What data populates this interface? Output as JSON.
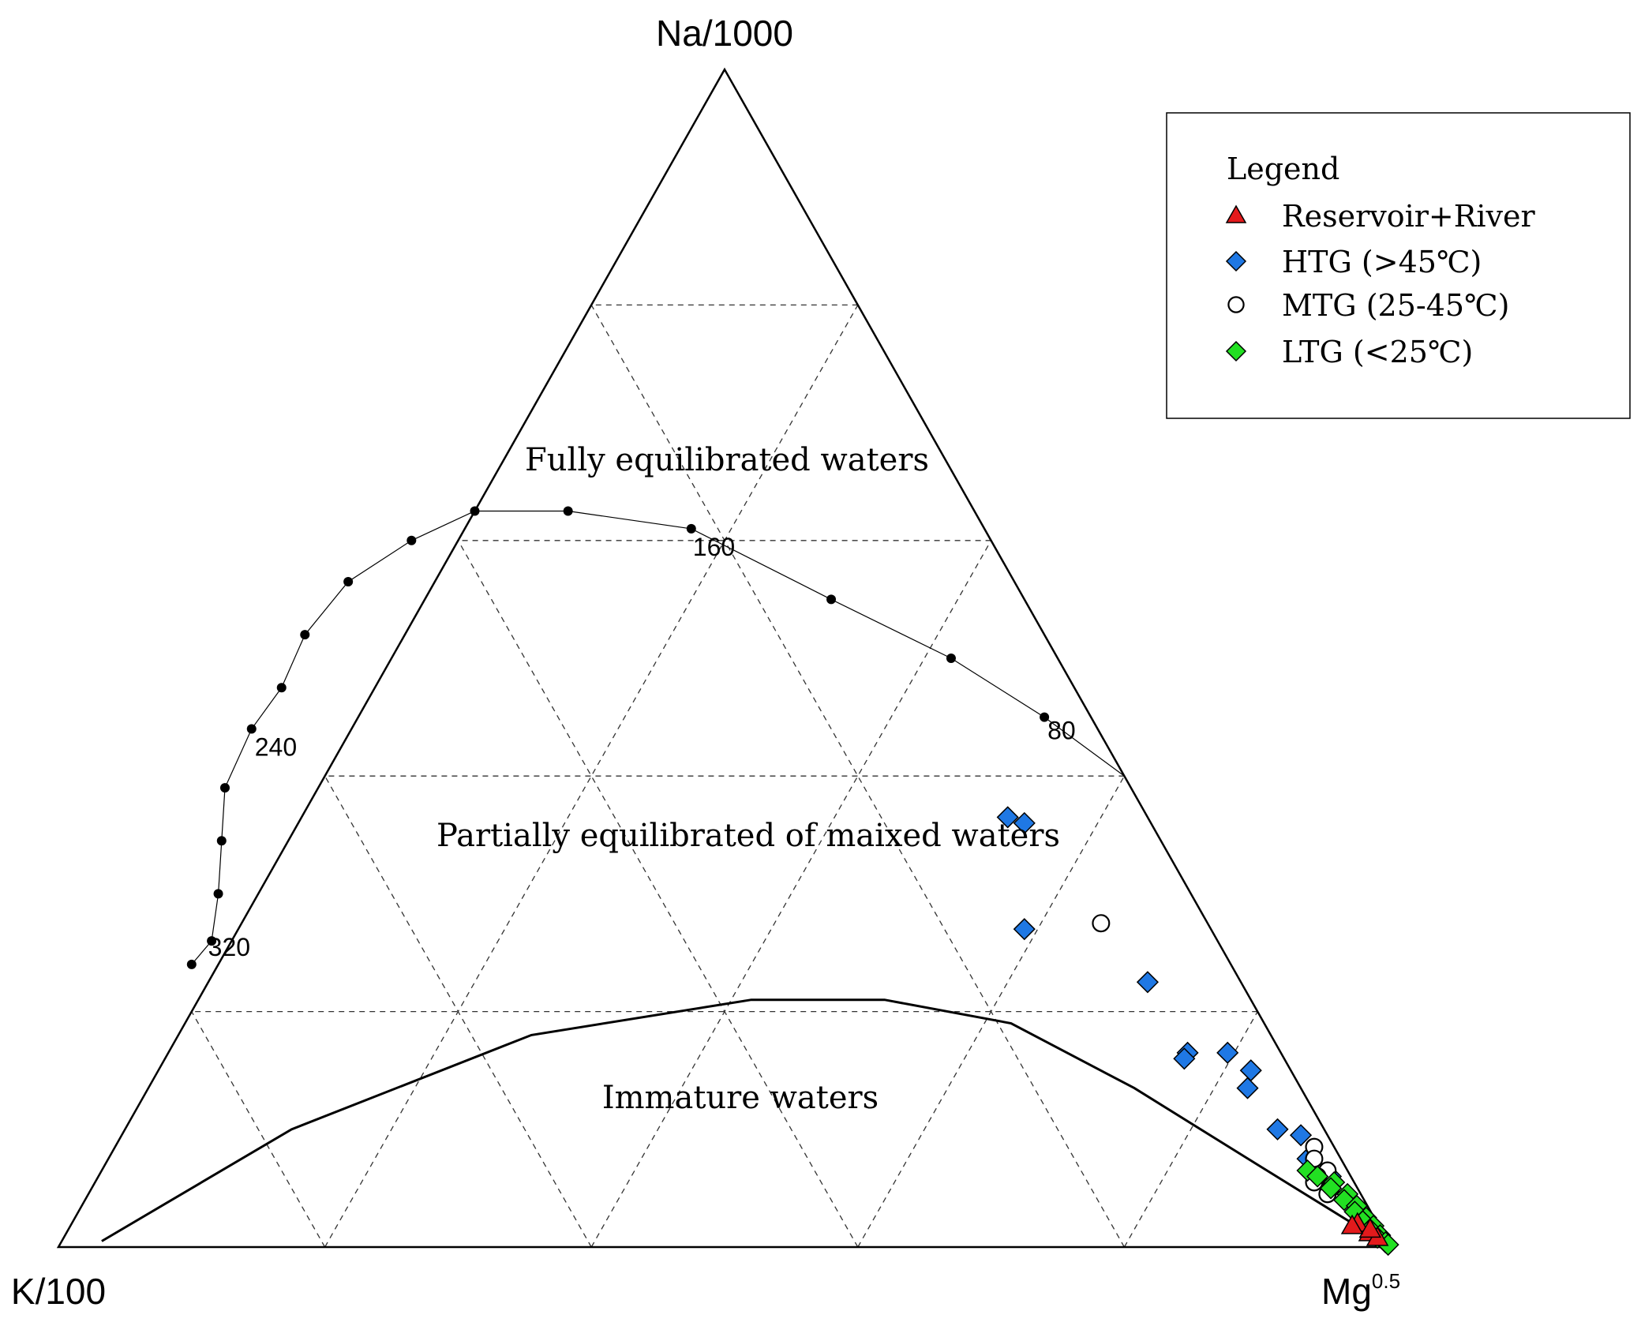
{
  "chart_data": {
    "type": "scatter",
    "subtype": "ternary (Giggenbach Na-K-Mg)",
    "vertex_labels": {
      "top": "Na/1000",
      "left": "K/100",
      "right": "Mg",
      "right_sup": "0.5"
    },
    "zones": [
      {
        "label": "Fully equilibrated waters"
      },
      {
        "label": "Partially equilibrated of maixed waters"
      },
      {
        "label": "Immature waters"
      }
    ],
    "grid": true,
    "grid_fractions": [
      0.2,
      0.4,
      0.6,
      0.8
    ],
    "full_equilibrium_line": {
      "tick_labels": [
        "80",
        "160",
        "240",
        "320"
      ],
      "points": [
        {
          "na": 0.0,
          "k": 0.0
        },
        {
          "na": 0.4,
          "k": 0.0
        },
        {
          "na": 0.45,
          "k": 0.035
        },
        {
          "na": 0.5,
          "k": 0.08
        },
        {
          "na": 0.55,
          "k": 0.145
        },
        {
          "na": 0.61,
          "k": 0.22
        },
        {
          "na": 0.625,
          "k": 0.305
        },
        {
          "na": 0.625,
          "k": 0.375
        },
        {
          "na": 0.6,
          "k": 0.435
        },
        {
          "na": 0.565,
          "k": 0.5
        },
        {
          "na": 0.52,
          "k": 0.555
        },
        {
          "na": 0.475,
          "k": 0.595
        },
        {
          "na": 0.44,
          "k": 0.635
        },
        {
          "na": 0.39,
          "k": 0.68
        },
        {
          "na": 0.345,
          "k": 0.705
        },
        {
          "na": 0.3,
          "k": 0.73
        },
        {
          "na": 0.26,
          "k": 0.755
        },
        {
          "na": 0.24,
          "k": 0.78
        }
      ],
      "labeled_points": [
        {
          "label": "80",
          "na": 0.45,
          "k": 0.035
        },
        {
          "label": "160",
          "na": 0.61,
          "k": 0.22
        },
        {
          "label": "240",
          "na": 0.44,
          "k": 0.635
        },
        {
          "label": "320",
          "na": 0.27,
          "k": 0.755
        }
      ]
    },
    "partial_equilibrium_line": [
      {
        "na": 0.005,
        "k": 0.965
      },
      {
        "na": 0.1,
        "k": 0.775
      },
      {
        "na": 0.18,
        "k": 0.555
      },
      {
        "na": 0.21,
        "k": 0.375
      },
      {
        "na": 0.21,
        "k": 0.275
      },
      {
        "na": 0.19,
        "k": 0.19
      },
      {
        "na": 0.135,
        "k": 0.125
      },
      {
        "na": 0.07,
        "k": 0.065
      },
      {
        "na": 0.0,
        "k": 0.0
      }
    ],
    "legend": {
      "title": "Legend",
      "position": "top-right",
      "items": [
        {
          "label": "Reservoir+River",
          "marker": "triangle",
          "color": "#e31a1c"
        },
        {
          "label": "HTG (>45℃)",
          "marker": "diamond",
          "color": "#1f78e4"
        },
        {
          "label": "MTG (25-45℃)",
          "marker": "circle",
          "color": "#ffffff"
        },
        {
          "label": "LTG (<25℃)",
          "marker": "diamond",
          "color": "#22e022"
        }
      ]
    },
    "series": [
      {
        "name": "Reservoir+River",
        "marker": "triangle",
        "color": "#e31a1c",
        "points": [
          {
            "na": 0.02,
            "k": 0.015
          },
          {
            "na": 0.012,
            "k": 0.01
          },
          {
            "na": 0.008,
            "k": 0.006
          },
          {
            "na": 0.015,
            "k": 0.008
          },
          {
            "na": 0.018,
            "k": 0.02
          }
        ]
      },
      {
        "name": "HTG (>45℃)",
        "marker": "diamond",
        "color": "#1f78e4",
        "points": [
          {
            "na": 0.365,
            "k": 0.105
          },
          {
            "na": 0.36,
            "k": 0.095
          },
          {
            "na": 0.27,
            "k": 0.14
          },
          {
            "na": 0.225,
            "k": 0.07
          },
          {
            "na": 0.165,
            "k": 0.04
          },
          {
            "na": 0.165,
            "k": 0.07
          },
          {
            "na": 0.16,
            "k": 0.075
          },
          {
            "na": 0.15,
            "k": 0.03
          },
          {
            "na": 0.135,
            "k": 0.04
          },
          {
            "na": 0.1,
            "k": 0.035
          },
          {
            "na": 0.095,
            "k": 0.02
          },
          {
            "na": 0.075,
            "k": 0.025
          },
          {
            "na": 0.06,
            "k": 0.015
          }
        ]
      },
      {
        "name": "MTG (25-45℃)",
        "marker": "circle",
        "color": "#ffffff",
        "points": [
          {
            "na": 0.275,
            "k": 0.08
          },
          {
            "na": 0.085,
            "k": 0.015
          },
          {
            "na": 0.075,
            "k": 0.02
          },
          {
            "na": 0.065,
            "k": 0.015
          },
          {
            "na": 0.06,
            "k": 0.025
          },
          {
            "na": 0.055,
            "k": 0.03
          },
          {
            "na": 0.05,
            "k": 0.02
          },
          {
            "na": 0.045,
            "k": 0.025
          },
          {
            "na": 0.02,
            "k": 0.01
          },
          {
            "na": 0.01,
            "k": 0.005
          }
        ]
      },
      {
        "name": "LTG (<25℃)",
        "marker": "diamond",
        "color": "#22e022",
        "points": [
          {
            "na": 0.065,
            "k": 0.03
          },
          {
            "na": 0.06,
            "k": 0.025
          },
          {
            "na": 0.055,
            "k": 0.015
          },
          {
            "na": 0.05,
            "k": 0.02
          },
          {
            "na": 0.045,
            "k": 0.01
          },
          {
            "na": 0.04,
            "k": 0.015
          },
          {
            "na": 0.035,
            "k": 0.008
          },
          {
            "na": 0.03,
            "k": 0.012
          },
          {
            "na": 0.025,
            "k": 0.006
          },
          {
            "na": 0.022,
            "k": 0.01
          },
          {
            "na": 0.018,
            "k": 0.004
          },
          {
            "na": 0.015,
            "k": 0.008
          },
          {
            "na": 0.01,
            "k": 0.003
          },
          {
            "na": 0.008,
            "k": 0.006
          },
          {
            "na": 0.004,
            "k": 0.002
          },
          {
            "na": 0.002,
            "k": 0.001
          }
        ]
      }
    ]
  }
}
